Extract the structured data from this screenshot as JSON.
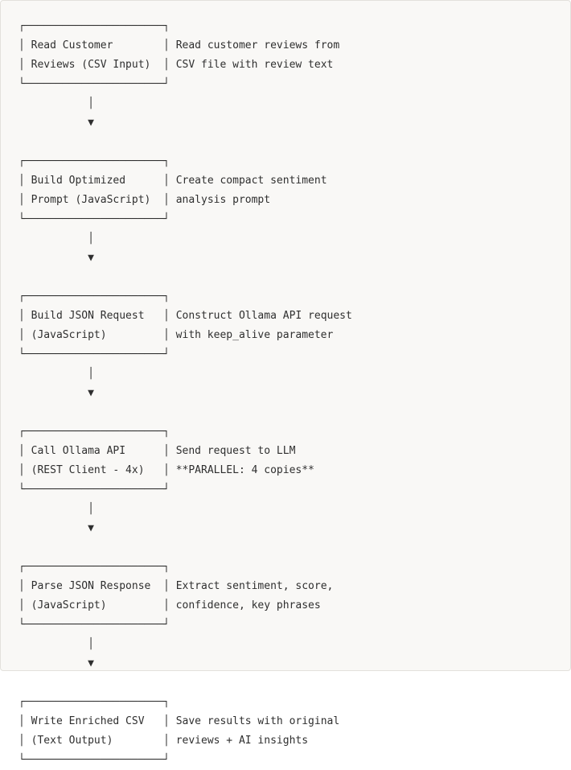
{
  "code_block": {
    "steps": [
      {
        "box_lines": [
          "Read Customer",
          "Reviews (CSV Input)"
        ],
        "desc_lines": [
          "Read customer reviews from",
          "CSV file with review text"
        ]
      },
      {
        "box_lines": [
          "Build Optimized",
          "Prompt (JavaScript)"
        ],
        "desc_lines": [
          "Create compact sentiment",
          "analysis prompt"
        ]
      },
      {
        "box_lines": [
          "Build JSON Request",
          "(JavaScript)"
        ],
        "desc_lines": [
          "Construct Ollama API request",
          "with keep_alive parameter"
        ]
      },
      {
        "box_lines": [
          "Call Ollama API",
          "(REST Client - 4x)"
        ],
        "desc_lines": [
          "Send request to LLM",
          "**PARALLEL: 4 copies**"
        ]
      },
      {
        "box_lines": [
          "Parse JSON Response",
          "(JavaScript)"
        ],
        "desc_lines": [
          "Extract sentiment, score,",
          "confidence, key phrases"
        ]
      },
      {
        "box_lines": [
          "Write Enriched CSV",
          "(Text Output)"
        ],
        "desc_lines": [
          "Save results with original",
          "reviews + AI insights"
        ]
      }
    ]
  }
}
